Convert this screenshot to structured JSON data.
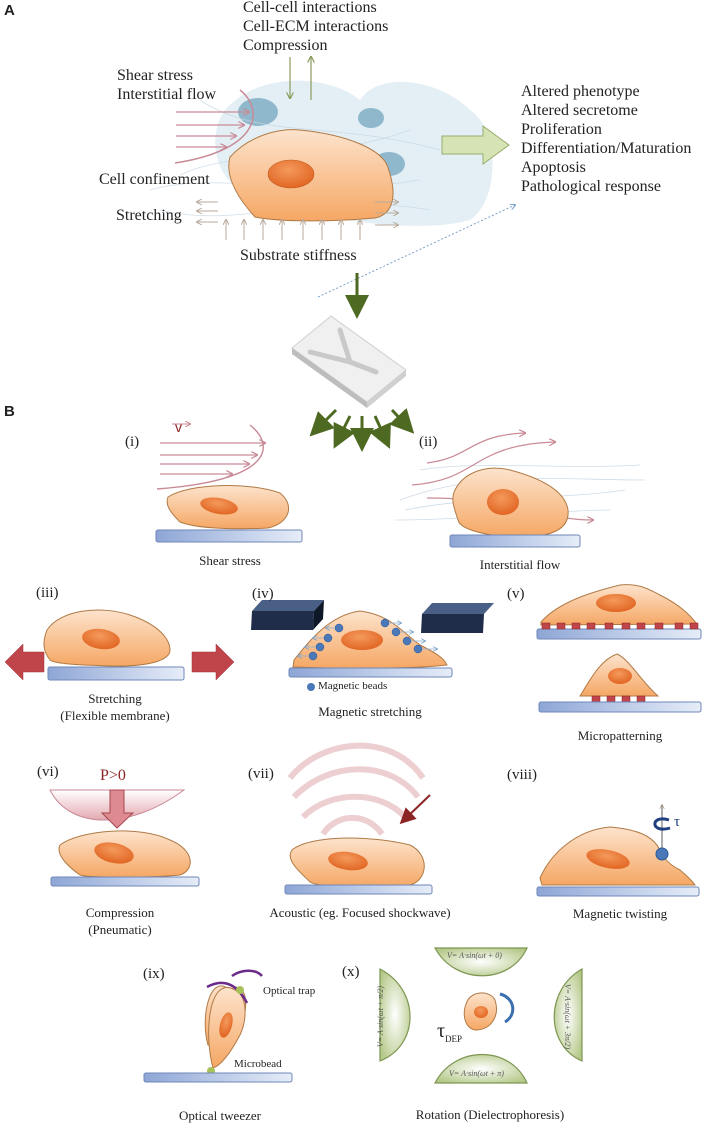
{
  "panels": {
    "a": "A",
    "b": "B"
  },
  "panel_a": {
    "top_labels": [
      "Cell-cell interactions",
      "Cell-ECM interactions",
      "Compression"
    ],
    "shear_labels": [
      "Shear stress",
      "Interstitial flow"
    ],
    "confinement_label": "Cell confinement",
    "stretching_label": "Stretching",
    "substrate_label": "Substrate stiffness",
    "outcomes": [
      "Altered phenotype",
      "Altered secretome",
      "Proliferation",
      "Differentiation/Maturation",
      "Apoptosis",
      "Pathological response"
    ]
  },
  "panel_b": {
    "items": [
      {
        "id": "(i)",
        "caption": "Shear stress",
        "extra": "v"
      },
      {
        "id": "(ii)",
        "caption": "Interstitial flow"
      },
      {
        "id": "(iii)",
        "caption": "Stretching",
        "caption2": "(Flexible membrane)"
      },
      {
        "id": "(iv)",
        "caption": "Magnetic stretching",
        "legend": "Magnetic beads"
      },
      {
        "id": "(v)",
        "caption": "Micropatterning"
      },
      {
        "id": "(vi)",
        "caption": "Compression",
        "caption2": "(Pneumatic)",
        "extra": "P>0"
      },
      {
        "id": "(vii)",
        "caption": "Acoustic (eg. Focused shockwave)"
      },
      {
        "id": "(viii)",
        "caption": "Magnetic twisting",
        "extra": "τ"
      },
      {
        "id": "(ix)",
        "caption": "Optical tweezer",
        "trap": "Optical trap",
        "bead": "Microbead"
      },
      {
        "id": "(x)",
        "caption": "Rotation (Dielectrophoresis)",
        "torque": "τ",
        "torque_sub": "DEP",
        "electrodes": [
          "V= A·sin(ωt + 0)",
          "V= A·sin(ωt + π)",
          "V= A·sin(ωt + π/2)",
          "V= A·sin(ωt + 3π/2)"
        ]
      }
    ]
  },
  "colors": {
    "cell": "#f6b47f",
    "nucleus": "#e8712f",
    "substrate": "#9fb5dc",
    "flow": "#c98a96",
    "green_arrow": "#4e6a22",
    "outcome_arrow": "#d6e3b5",
    "stretch_arrow": "#c0454a",
    "electrode": "#a9c07a",
    "bead": "#4a78b8"
  }
}
